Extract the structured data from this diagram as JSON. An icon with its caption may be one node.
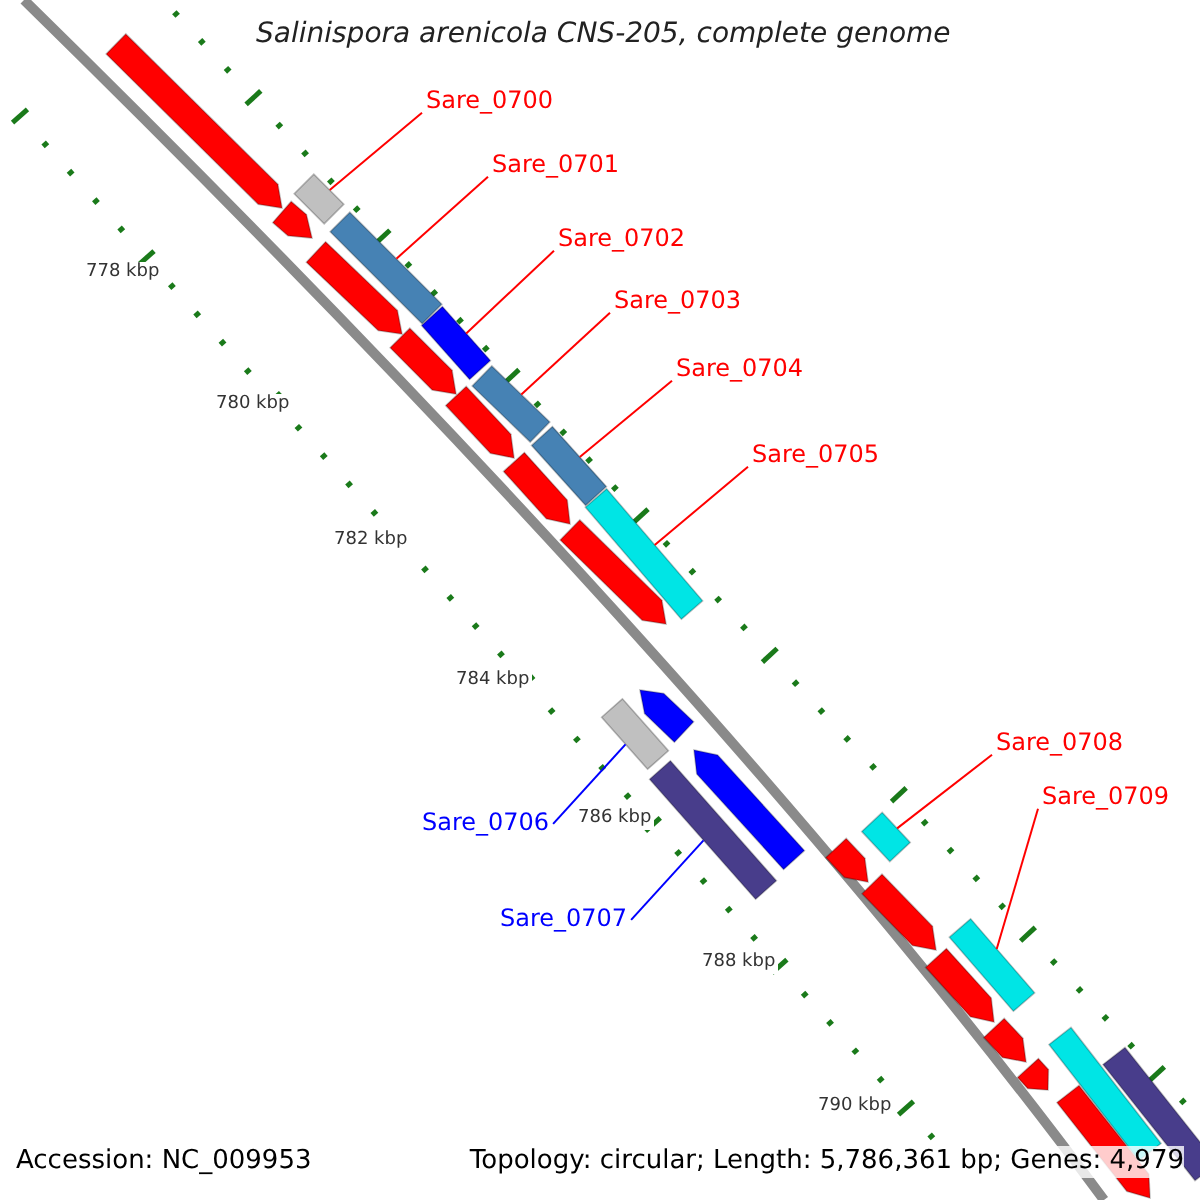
{
  "diagram": {
    "title": "Salinispora arenicola CNS-205, complete genome",
    "nodes": [
      {
        "text": [
          "Sare_0700"
        ]
      },
      {
        "text": [
          "Sare_0701"
        ]
      },
      {
        "text": [
          "Sare_0702"
        ]
      },
      {
        "text": [
          "Sare_0703"
        ]
      },
      {
        "text": [
          "Sare_0704"
        ]
      },
      {
        "text": [
          "Sare_0705"
        ]
      },
      {
        "text": [
          "Sare_0706"
        ]
      },
      {
        "text": [
          "Sare_0707"
        ]
      },
      {
        "text": [
          "Sare_0708"
        ]
      },
      {
        "text": [
          "Sare_0709"
        ]
      },
      {
        "text": [],
        "shape": "arrow"
      },
      {
        "text": [],
        "shape": "box"
      },
      {
        "text": [],
        "shape": "arrow"
      },
      {
        "text": [],
        "shape": "box"
      },
      {
        "text": [],
        "shape": "arrow"
      },
      {
        "text": [],
        "shape": "box"
      },
      {
        "text": [],
        "shape": "arrow"
      },
      {
        "text": [],
        "shape": "box"
      },
      {
        "text": [],
        "shape": "arrow"
      },
      {
        "text": [],
        "shape": "box"
      },
      {
        "text": [],
        "shape": "arrow"
      },
      {
        "text": [],
        "shape": "box"
      },
      {
        "text": [],
        "shape": "arrow"
      },
      {
        "text": [],
        "shape": "arrow"
      },
      {
        "text": [],
        "shape": "box"
      },
      {
        "text": [],
        "shape": "arrow"
      },
      {
        "text": [],
        "shape": "box"
      },
      {
        "text": [],
        "shape": "box"
      },
      {
        "text": [],
        "shape": "arrow"
      },
      {
        "text": [],
        "shape": "arrow"
      },
      {
        "text": [],
        "shape": "box"
      },
      {
        "text": [],
        "shape": "arrow"
      },
      {
        "text": [],
        "shape": "arrow"
      },
      {
        "text": [],
        "shape": "box"
      },
      {
        "text": [],
        "shape": "arrow"
      },
      {
        "text": [],
        "shape": "box"
      },
      {
        "text": [],
        "shape": "arrow"
      }
    ],
    "edges": [
      {
        "from": 0,
        "to": 11,
        "arrow": "none"
      },
      {
        "from": 1,
        "to": 13,
        "arrow": "none"
      },
      {
        "from": 2,
        "to": 15,
        "arrow": "none"
      },
      {
        "from": 3,
        "to": 17,
        "arrow": "none"
      },
      {
        "from": 4,
        "to": 19,
        "arrow": "none"
      },
      {
        "from": 5,
        "to": 21,
        "arrow": "none"
      },
      {
        "from": 6,
        "to": 24,
        "arrow": "none",
        "color": "#0000ff"
      },
      {
        "from": 7,
        "to": 26,
        "arrow": "none",
        "color": "#0000ff"
      },
      {
        "from": 8,
        "to": 27,
        "arrow": "none"
      },
      {
        "from": 9,
        "to": 30,
        "arrow": "none"
      }
    ],
    "labels": [
      "778 kbp",
      "780 kbp",
      "782 kbp",
      "784 kbp",
      "786 kbp",
      "788 kbp",
      "790 kbp",
      "Accession: NC_009953",
      "Topology: circular; Length: 5,786,361 bp; Genes: 4,979"
    ]
  }
}
